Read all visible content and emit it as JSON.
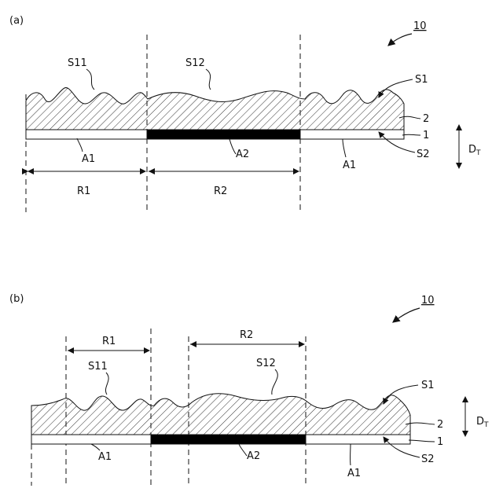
{
  "panels": [
    {
      "label": "(a)",
      "ref": "10",
      "s11": "S11",
      "s12": "S12",
      "s1": "S1",
      "layer2": "2",
      "layer1": "1",
      "s2": "S2",
      "a1_left": "A1",
      "a2": "A2",
      "a1_right": "A1",
      "r1": "R1",
      "r2": "R2",
      "dt_main": "D",
      "dt_sub": "T"
    },
    {
      "label": "(b)",
      "ref": "10",
      "s11": "S11",
      "s12": "S12",
      "s1": "S1",
      "layer2": "2",
      "layer1": "1",
      "s2": "S2",
      "a1_left": "A1",
      "a2": "A2",
      "a1_right": "A1",
      "r1": "R1",
      "r2": "R2",
      "dt_main": "D",
      "dt_sub": "T"
    }
  ],
  "colors": {
    "line": "#111111",
    "hatch": "#333333",
    "fill": "#ffffff",
    "dark_band": "#000000"
  }
}
